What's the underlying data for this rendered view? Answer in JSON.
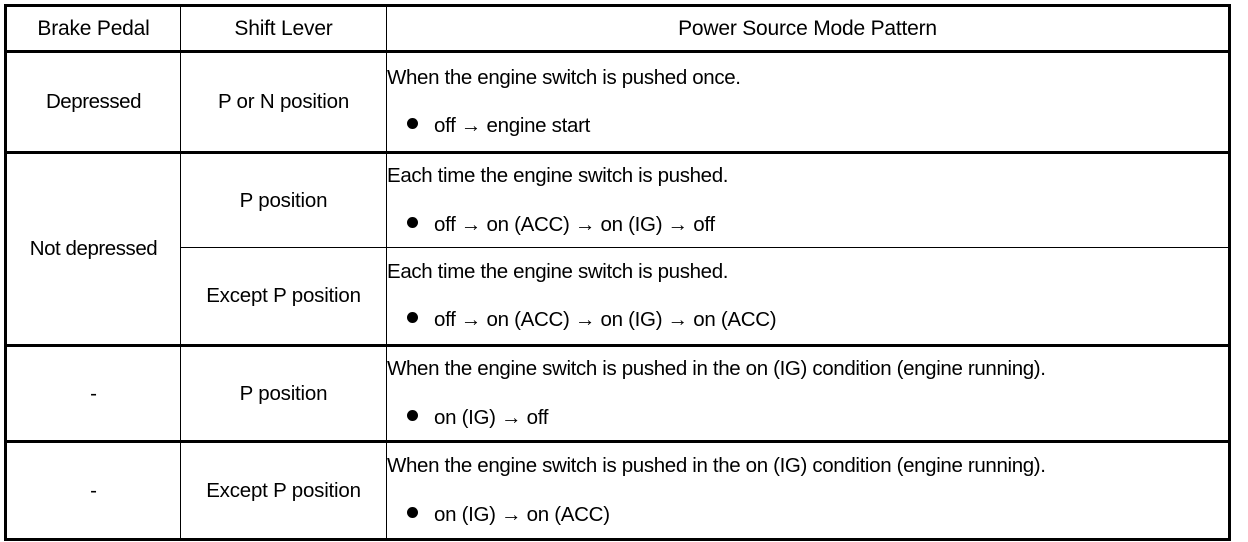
{
  "table": {
    "headers": [
      {
        "id": "brake-pedal",
        "label": "Brake Pedal"
      },
      {
        "id": "shift-lever",
        "label": "Shift Lever"
      },
      {
        "id": "power-source-mode-pattern",
        "label": "Power Source Mode Pattern"
      }
    ],
    "rows": [
      {
        "id": "row-depressed-p-or-n",
        "brake_pedal": "Depressed",
        "brake_rowspan": 1,
        "shift_lever": "P or N position",
        "pattern_heading": "When the engine switch is pushed once.",
        "pattern_bullet": "off → engine start"
      },
      {
        "id": "row-not-depressed-p",
        "brake_pedal": "Not depressed",
        "brake_rowspan": 2,
        "shift_lever": "P position",
        "pattern_heading": "Each time the engine switch is pushed.",
        "pattern_bullet": "off → on (ACC) → on (IG) → off"
      },
      {
        "id": "row-not-depressed-except-p",
        "brake_pedal": null,
        "brake_rowspan": 0,
        "shift_lever": "Except P position",
        "pattern_heading": "Each time the engine switch is pushed.",
        "pattern_bullet": "off → on (ACC) → on (IG) → on (ACC)"
      },
      {
        "id": "row-dash-p",
        "brake_pedal": "-",
        "brake_rowspan": 1,
        "shift_lever": "P position",
        "pattern_heading": "When the engine switch is pushed in the on (IG) condition (engine running).",
        "pattern_bullet": "on (IG) → off"
      },
      {
        "id": "row-dash-except-p",
        "brake_pedal": "-",
        "brake_rowspan": 1,
        "shift_lever": "Except P position",
        "pattern_heading": "When the engine switch is pushed in the on (IG) condition (engine running).",
        "pattern_bullet": "on (IG) → on (ACC)"
      }
    ]
  },
  "style": {
    "border_color": "#000000",
    "text_color": "#000000",
    "background": "#ffffff",
    "bullet_glyph": "filled-circle"
  }
}
